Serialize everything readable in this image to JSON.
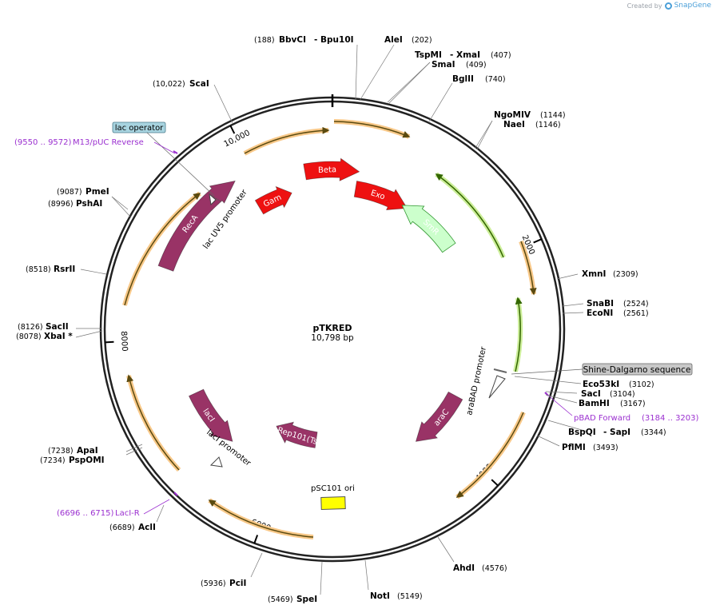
{
  "credit": {
    "prefix": "Created by",
    "brand": "SnapGene"
  },
  "plasmid": {
    "name": "pTKRED",
    "size_label": "10,798 bp",
    "length": 10798
  },
  "ticks": [
    {
      "label": "2000",
      "pos": 2000
    },
    {
      "label": "4000",
      "pos": 4000
    },
    {
      "label": "6000",
      "pos": 6000
    },
    {
      "label": "8000",
      "pos": 8000
    },
    {
      "label": "10,000",
      "pos": 10000
    }
  ],
  "features": [
    {
      "name": "Beta",
      "type": "arrow",
      "start": 10500,
      "end": 290,
      "r": 200,
      "color": "#ee1111",
      "label_inside": true
    },
    {
      "name": "Gam",
      "type": "arrow",
      "start": 9870,
      "end": 10300,
      "r": 178,
      "color": "#ee1111",
      "label_inside": true
    },
    {
      "name": "Exo",
      "type": "arrow",
      "start": 280,
      "end": 950,
      "r": 178,
      "color": "#ee1111",
      "label_inside": true
    },
    {
      "name": "SmR",
      "type": "arrow",
      "start": 1650,
      "end": 880,
      "r": 178,
      "color": "#ccffcc",
      "stroke": "#339933",
      "label_inside": true,
      "label_color": "#000"
    },
    {
      "name": "RecA",
      "type": "arrow",
      "start": 8700,
      "end": 9800,
      "r": 222,
      "color": "#993366",
      "label_inside": true
    },
    {
      "name": "araC",
      "type": "arrow",
      "start": 3550,
      "end": 4300,
      "r": 175,
      "color": "#993366",
      "label_inside": true
    },
    {
      "name": "lacI",
      "type": "arrow",
      "start": 7350,
      "end": 6650,
      "r": 188,
      "color": "#993366",
      "label_inside": true
    },
    {
      "name": "Rep101(Ts)",
      "type": "arrow",
      "start": 5650,
      "end": 6300,
      "r": 140,
      "color": "#993366",
      "label_inside": true
    }
  ],
  "promoters": [
    {
      "name": "lac UV5 promoter"
    },
    {
      "name": "araBAD promoter"
    },
    {
      "name": "lacI promoter"
    }
  ],
  "ori": {
    "name": "pSC101 ori"
  },
  "boxed_labels": [
    {
      "name": "lac operator",
      "bg": "#a8d4e0"
    },
    {
      "name": "Shine-Dalgarno sequence",
      "bg": "#c8c8c8"
    }
  ],
  "primers": [
    {
      "range": "(9550 .. 9572)",
      "name": "M13/pUC Reverse"
    },
    {
      "range": "(3184 .. 3203)",
      "name": "pBAD Forward"
    },
    {
      "range": "(6696 .. 6715)",
      "name": "LacI-R"
    }
  ],
  "sites": [
    {
      "pos": "(188)",
      "name": "BbvCI",
      "pos2": "",
      "name2": "- Bpu10I"
    },
    {
      "pos": "(202)",
      "name": "AleI"
    },
    {
      "pos": "(407)",
      "name": "TspMI",
      "name2": "- XmaI"
    },
    {
      "pos": "(409)",
      "name": "SmaI"
    },
    {
      "pos": "(740)",
      "name": "BglII"
    },
    {
      "pos": "(1144)",
      "name": "NgoMIV"
    },
    {
      "pos": "(1146)",
      "name": "NaeI"
    },
    {
      "pos": "(2309)",
      "name": "XmnI"
    },
    {
      "pos": "(2524)",
      "name": "SnaBI"
    },
    {
      "pos": "(2561)",
      "name": "EcoNI"
    },
    {
      "pos": "(3102)",
      "name": "Eco53kI"
    },
    {
      "pos": "(3104)",
      "name": "SacI"
    },
    {
      "pos": "(3167)",
      "name": "BamHI"
    },
    {
      "pos": "(3344)",
      "name": "BspQI",
      "name2": "- SapI"
    },
    {
      "pos": "(3493)",
      "name": "PflMI"
    },
    {
      "pos": "(4576)",
      "name": "AhdI"
    },
    {
      "pos": "(5149)",
      "name": "NotI"
    },
    {
      "pos": "(5469)",
      "name": "SpeI"
    },
    {
      "pos": "(5936)",
      "name": "PciI"
    },
    {
      "pos": "(6689)",
      "name": "AclI"
    },
    {
      "pos": "(7234)",
      "name": "PspOMI"
    },
    {
      "pos": "(7238)",
      "name": "ApaI"
    },
    {
      "pos": "(8078)",
      "name": "XbaI *"
    },
    {
      "pos": "(8126)",
      "name": "SacII"
    },
    {
      "pos": "(8518)",
      "name": "RsrII"
    },
    {
      "pos": "(8996)",
      "name": "PshAI"
    },
    {
      "pos": "(9087)",
      "name": "PmeI"
    },
    {
      "pos": "(10,022)",
      "name": "ScaI"
    }
  ]
}
